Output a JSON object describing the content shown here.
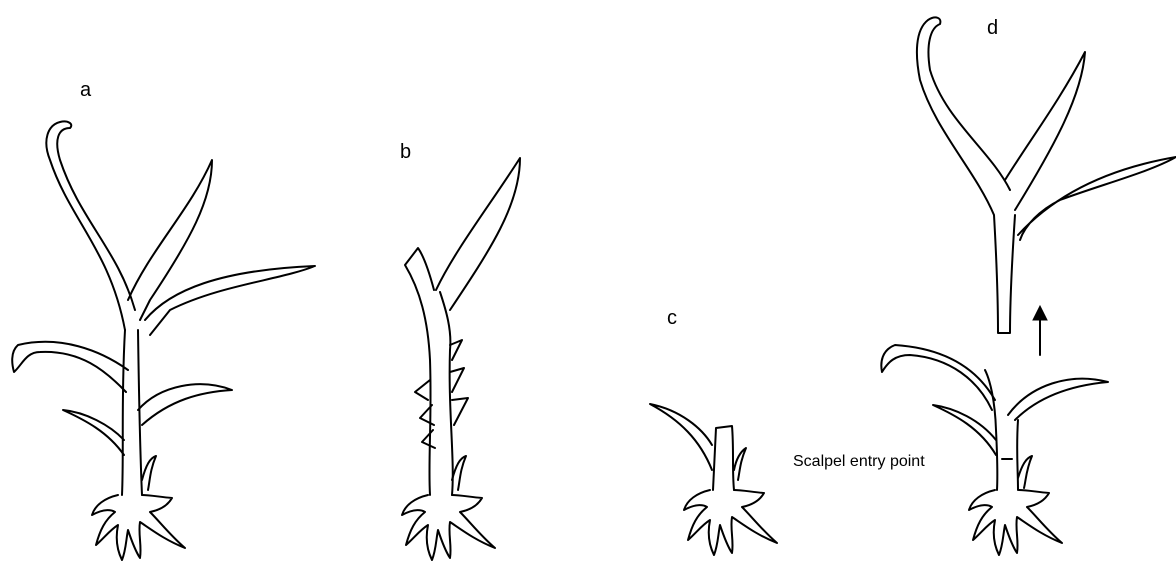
{
  "figure": {
    "panels": [
      {
        "id": "a",
        "label": "a"
      },
      {
        "id": "b",
        "label": "b"
      },
      {
        "id": "c",
        "label": "c"
      },
      {
        "id": "d",
        "label": "d"
      }
    ],
    "annotation": "Scalpel entry point",
    "colors": {
      "line": "#000000",
      "background": "#ffffff"
    }
  }
}
